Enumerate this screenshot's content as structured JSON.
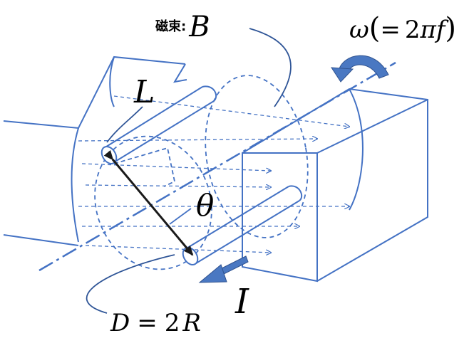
{
  "labels": {
    "flux_prefix": "磁束:",
    "flux_symbol": "B",
    "omega_symbol": "ω",
    "omega_open": "(",
    "omega_equals": "=",
    "omega_two": "2",
    "omega_pi_f": "πf",
    "omega_close": ")",
    "length_symbol": "L",
    "angle_symbol": "θ",
    "current_symbol": "I",
    "diameter_symbol": "D",
    "diameter_equals": "=",
    "diameter_two": "2",
    "diameter_radius": "R"
  },
  "colors": {
    "line": "#4472c4",
    "arrow_fill": "#4a78c2",
    "arrow_edge": "#2f528f",
    "text": "#000000"
  }
}
